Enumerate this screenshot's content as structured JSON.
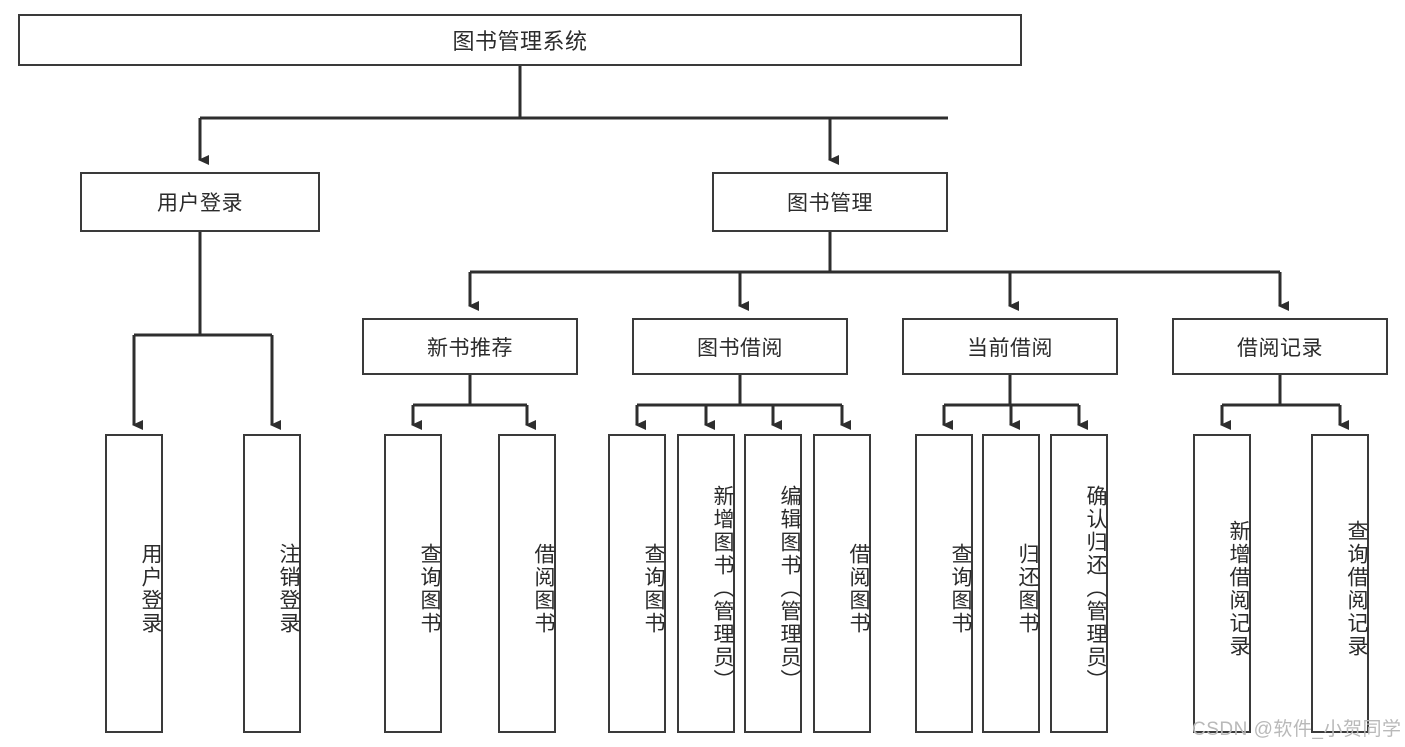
{
  "diagram": {
    "title": "图书管理系统",
    "type": "tree-hierarchy",
    "root": {
      "label": "图书管理系统"
    },
    "level1": [
      {
        "label": "用户登录"
      },
      {
        "label": "图书管理"
      }
    ],
    "level2": [
      {
        "label": "新书推荐"
      },
      {
        "label": "图书借阅"
      },
      {
        "label": "当前借阅"
      },
      {
        "label": "借阅记录"
      }
    ],
    "leaves": {
      "user_login": [
        {
          "label": "用户登录"
        },
        {
          "label": "注销登录"
        }
      ],
      "new_book_recommend": [
        {
          "label": "查询图书"
        },
        {
          "label": "借阅图书"
        }
      ],
      "book_borrow": [
        {
          "label": "查询图书"
        },
        {
          "label": "新增图书（管理员）"
        },
        {
          "label": "编辑图书（管理员）"
        },
        {
          "label": "借阅图书"
        }
      ],
      "current_borrow": [
        {
          "label": "查询图书"
        },
        {
          "label": "归还图书"
        },
        {
          "label": "确认归还（管理员）"
        }
      ],
      "borrow_record": [
        {
          "label": "新增借阅记录"
        },
        {
          "label": "查询借阅记录"
        }
      ]
    }
  },
  "watermark": {
    "text": "CSDN @软件_小贺同学"
  },
  "colors": {
    "stroke": "#3a3a3a",
    "background": "#ffffff",
    "text": "#2b2b2b",
    "watermark": "#b9b9b9"
  }
}
